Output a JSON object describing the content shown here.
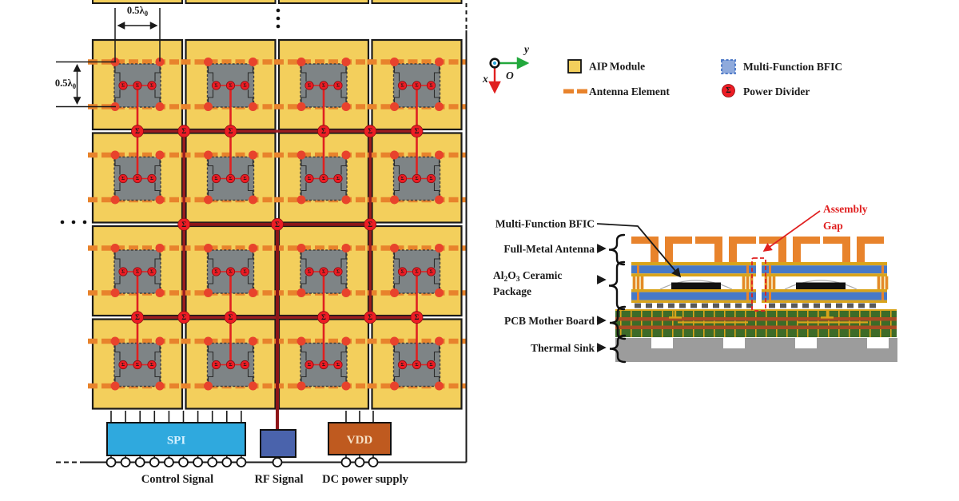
{
  "array": {
    "rows": 4,
    "cols": 4,
    "dim_h": {
      "value": "0.5λ",
      "sub": "0"
    },
    "dim_v": {
      "value": "0.5λ",
      "sub": "0"
    },
    "sigma": "Σ",
    "spi_label": "SPI",
    "vdd_label": "VDD",
    "labels": {
      "control": "Control Signal",
      "rf": "RF Signal",
      "dc": "DC power supply"
    }
  },
  "axes": {
    "x": "x",
    "y": "y",
    "o": "O"
  },
  "legend": {
    "aip": "AIP Module",
    "bfic": "Multi-Function BFIC",
    "antenna": "Antenna Element",
    "divider": "Power Divider"
  },
  "xsection": {
    "bfic": "Multi-Function BFIC",
    "antenna": "Full-Metal Antenna",
    "ceramic": {
      "p1": "Al",
      "s1": "2",
      "p2": "O",
      "s2": "3",
      "p3": " Ceramic",
      "line2": "Package"
    },
    "pcb": "PCB Mother Board",
    "sink": "Thermal Sink",
    "gap1": "Assembly",
    "gap2": "Gap"
  },
  "colors": {
    "module_yellow": "#F3CF5C",
    "antenna_orange": "#E8832C",
    "dot_red": "#E8432C",
    "sigma_red": "#ED1C24",
    "sigma_ring": "#8B0E12",
    "bus_dark_red": "#9B1C20",
    "trunk_dark_red": "#8E1518",
    "feed_red": "#E02020",
    "bfic_gray": "#7E8486",
    "connector_dark": "#2B2B2B",
    "spi_cyan": "#2FA9DE",
    "rf_blue": "#4A63AC",
    "vdd_brown": "#BF5A1F",
    "gold": "#D9A41B",
    "ceramic_blue": "#4679C8",
    "pcb_green": "#3D6B28",
    "trace_red": "#A84C24",
    "sink_gray": "#9C9C9C",
    "legend_bfic_blue": "#8FAADC",
    "legend_bfic_border": "#4472C4",
    "axis_green": "#22A83C",
    "axis_red": "#E02020",
    "chip_black": "#111111",
    "ball_gray": "#585858",
    "outline_black": "#1a1a1a",
    "bond_arc_gray": "#AAAAAA"
  }
}
